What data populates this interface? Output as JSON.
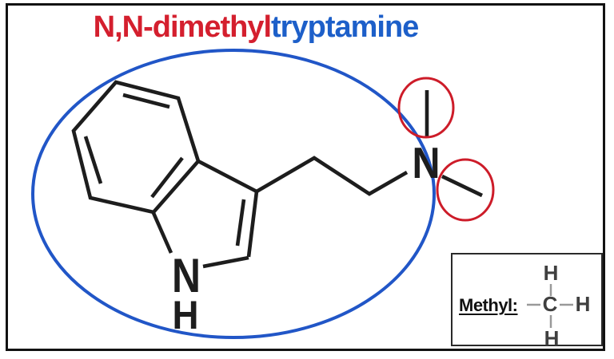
{
  "title": {
    "red_part": "N,N-dimethyl",
    "blue_part": "tryptamine"
  },
  "molecule": {
    "name_shown_in_title": "N,N-dimethyltryptamine",
    "ring_nitrogen_label": "N",
    "ring_hydrogen_label": "H",
    "amine_nitrogen_label": "N"
  },
  "legend": {
    "label": "Methyl:",
    "carbon_label": "C",
    "hydrogen_top_label": "H",
    "hydrogen_right_label": "H",
    "hydrogen_bottom_label": "H"
  },
  "colors": {
    "title_red": "#d41f2e",
    "title_blue": "#1d5fc9",
    "tryptamine_ellipse_blue": "#2156c7",
    "methyl_circle_red": "#cd1c29",
    "bond_black": "#1d1d1d",
    "legend_bond_gray": "#999999",
    "frame_black": "#121212"
  }
}
